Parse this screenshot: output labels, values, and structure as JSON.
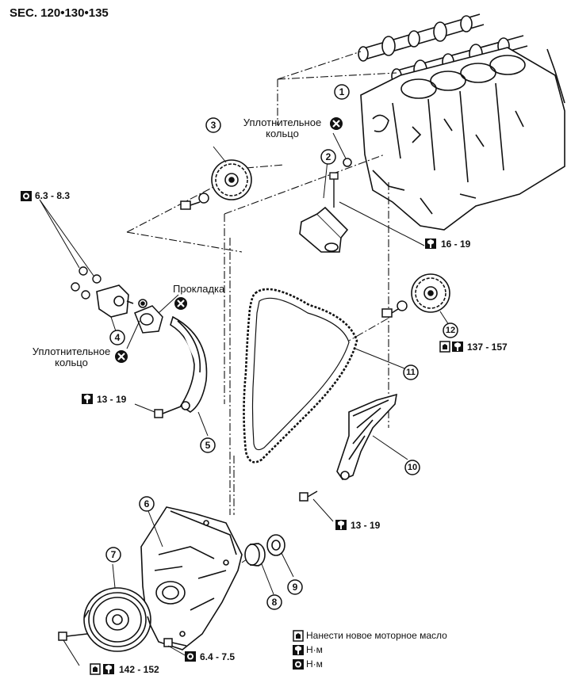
{
  "header": {
    "section": "SEC. 120•130•135"
  },
  "callouts": [
    "1",
    "2",
    "3",
    "4",
    "5",
    "6",
    "7",
    "8",
    "9",
    "10",
    "11",
    "12"
  ],
  "labels": {
    "o_ring_top": [
      "Уплотнительное",
      "кольцо"
    ],
    "gasket": "Прокладка",
    "o_ring_left": [
      "Уплотнительное",
      "кольцо"
    ]
  },
  "torques": {
    "t1": "6.3 - 8.3",
    "t2": "16 - 19",
    "t3": "137 - 157",
    "t4": "13 - 19",
    "t5": "13 - 19",
    "t6": "6.4 - 7.5",
    "t7": "142 - 152"
  },
  "legend": {
    "oil": "Нанести новое моторное масло",
    "nm1": "Н·м",
    "nm2": "Н·м"
  },
  "colors": {
    "ink": "#111111",
    "paper": "#ffffff"
  },
  "icons": [
    "replace-part-icon",
    "torque-wrench-icon",
    "oil-can-icon",
    "torque-socket-icon"
  ]
}
